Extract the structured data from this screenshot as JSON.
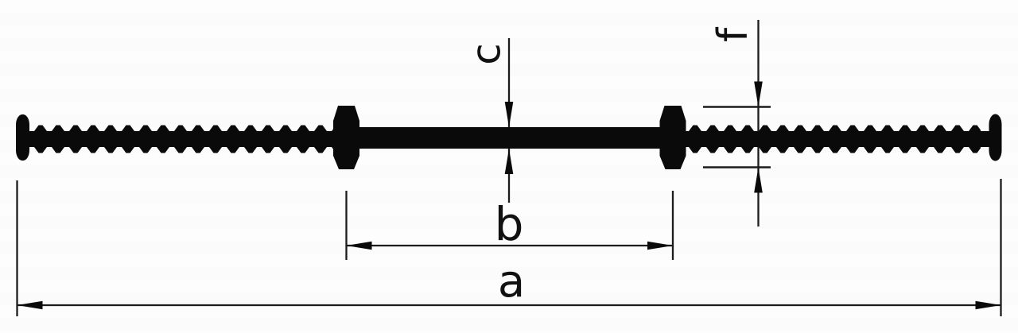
{
  "diagram": {
    "labels": {
      "a": "a",
      "b": "b",
      "c": "c",
      "f": "f"
    },
    "colors": {
      "ink": "#0a0a0a",
      "background": "#fdfdfd"
    }
  }
}
